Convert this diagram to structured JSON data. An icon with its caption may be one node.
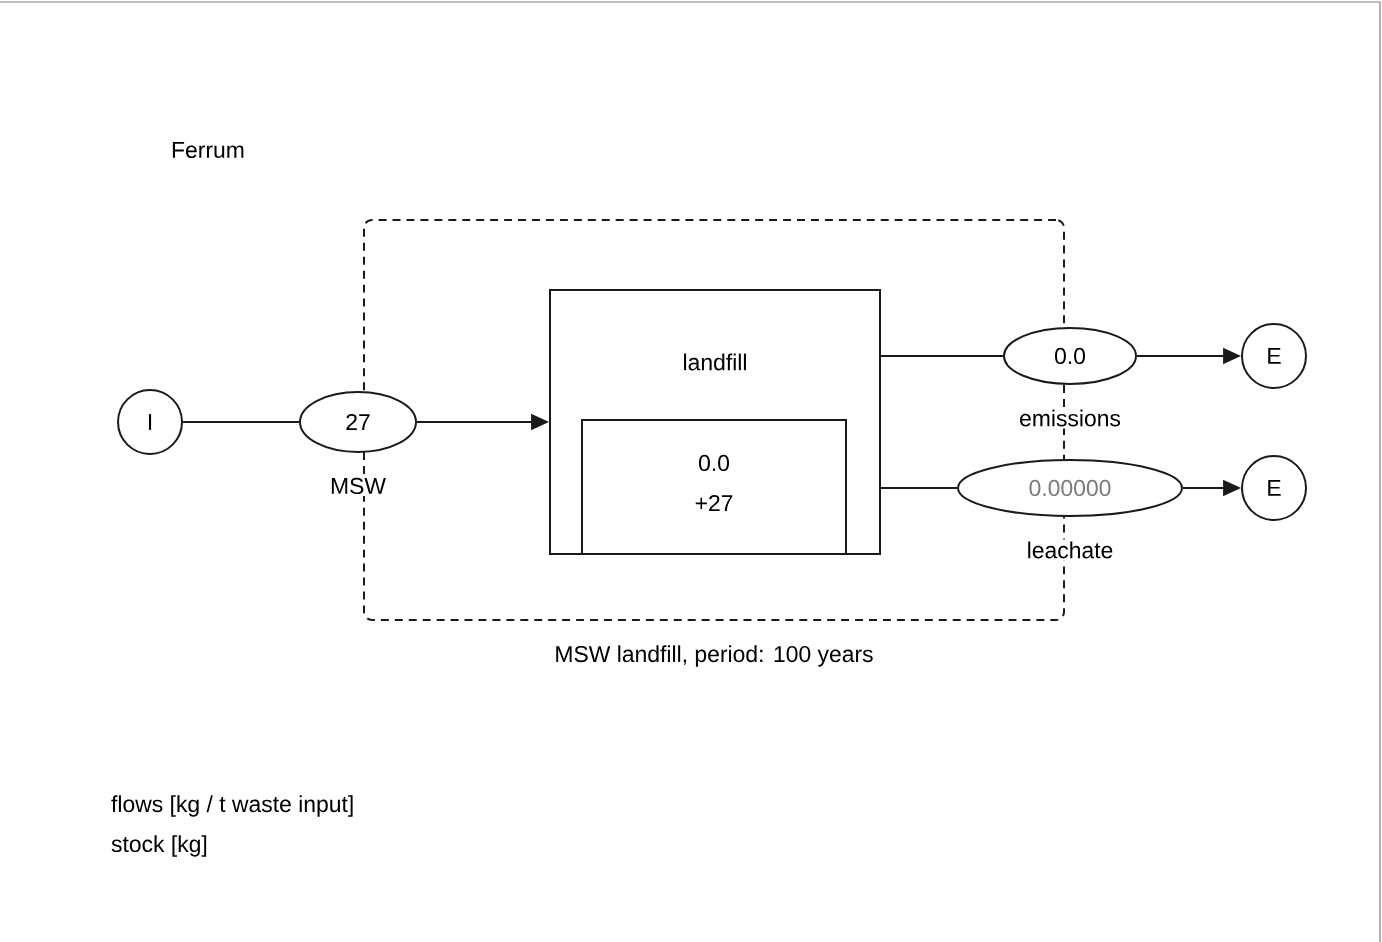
{
  "diagram": {
    "title": "Ferrum",
    "nodes": [
      {
        "text": [
          "MSW landfill, period: 100 years"
        ]
      },
      {
        "text": [
          "landfill"
        ],
        "in": 0
      },
      {
        "text": [
          "0.0",
          "+27"
        ],
        "in": 1
      },
      {
        "text": [
          "I"
        ]
      },
      {
        "text": [
          "27"
        ],
        "beside": [
          "MSW"
        ]
      },
      {
        "text": [
          "0.0"
        ],
        "beside": [
          "emissions"
        ]
      },
      {
        "text": [
          "0.00000"
        ],
        "beside": [
          "leachate"
        ]
      },
      {
        "text": [
          "E"
        ]
      },
      {
        "text": [
          "E"
        ]
      }
    ],
    "edges": [
      {
        "from": 3,
        "to": 4,
        "arrow": "none"
      },
      {
        "from": 4,
        "to": 1,
        "arrow": "to"
      },
      {
        "from": 1,
        "to": 5,
        "arrow": "none"
      },
      {
        "from": 5,
        "to": 7,
        "arrow": "to"
      },
      {
        "from": 1,
        "to": 6,
        "arrow": "none"
      },
      {
        "from": 6,
        "to": 8,
        "arrow": "to"
      }
    ],
    "labels": [
      "flows [kg / t waste input]",
      "stock [kg]"
    ]
  }
}
